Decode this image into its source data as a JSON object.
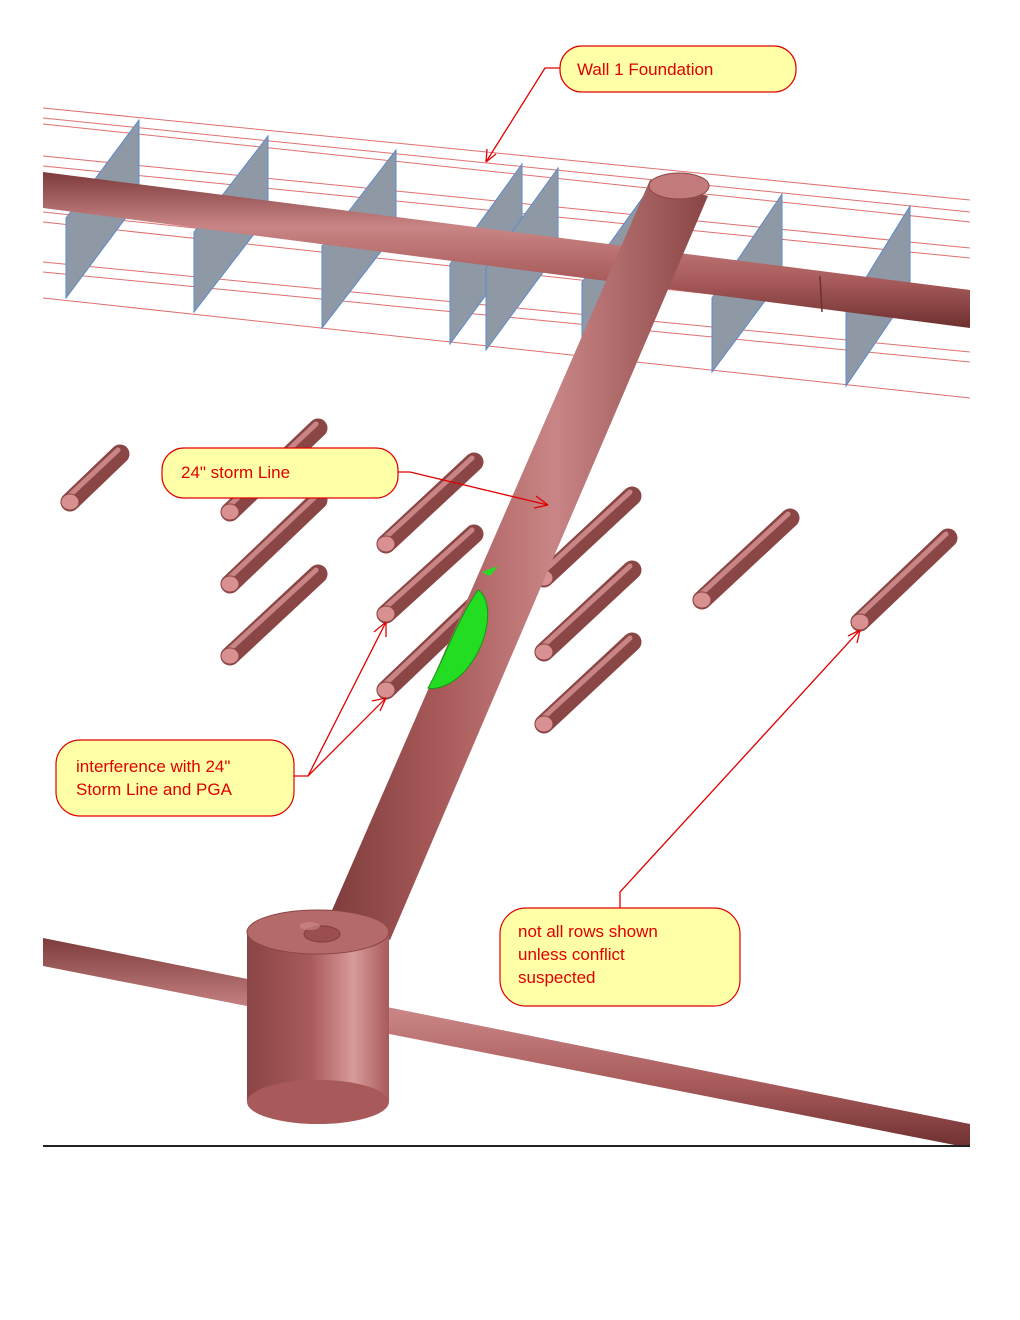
{
  "annotations": {
    "wall_foundation": "Wall 1 Foundation",
    "storm_line": "24\" storm Line",
    "interference": "interference with 24\"\nStorm Line and PGA",
    "rows_note": "not all rows shown\nunless conflict\nsuspected"
  },
  "colors": {
    "pipe": "#a85a5a",
    "pipe_light": "#c98585",
    "pipe_dark": "#7e3b3b",
    "panel": "#8e99a5",
    "foundation_lines": "#e07070",
    "callout_fill": "#ffffa8",
    "callout_stroke": "#e00000",
    "interference": "#22dd22"
  }
}
